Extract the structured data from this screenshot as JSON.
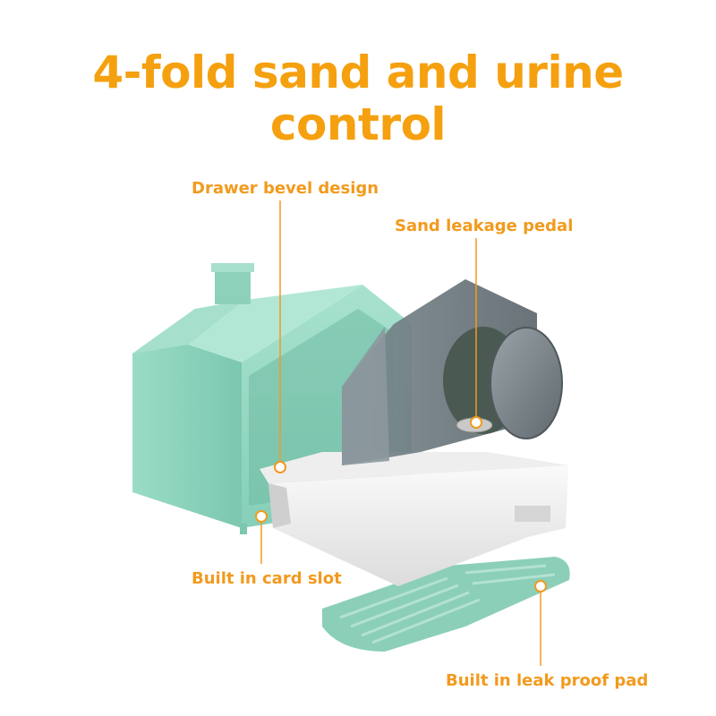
{
  "title": "4-fold sand and urine control",
  "callouts": {
    "drawer_bevel": "Drawer bevel design",
    "sand_pedal": "Sand leakage pedal",
    "card_slot": "Built in card slot",
    "leak_pad": "Built in leak proof pad"
  },
  "colors": {
    "accent": "#f5a00f",
    "house": "#8fd3bd",
    "tray": "#f4f4f4",
    "panel": "#6e7b82",
    "mat": "#8ccfb8"
  }
}
